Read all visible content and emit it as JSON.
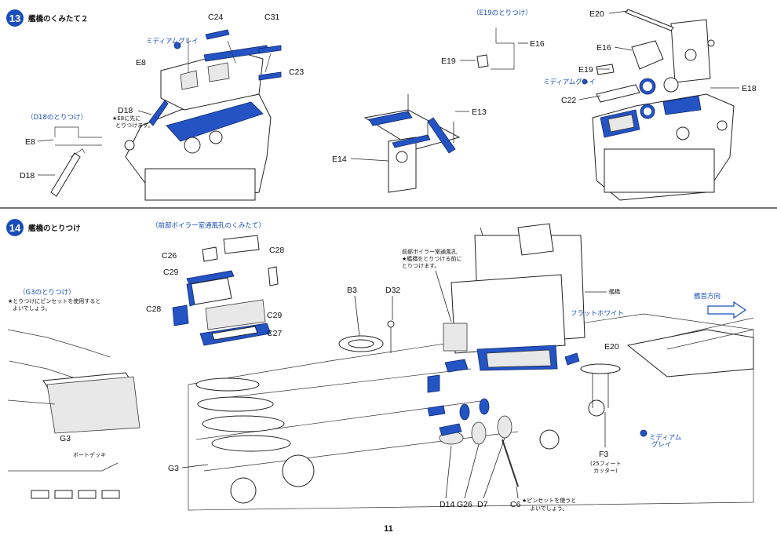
{
  "step13": {
    "number": "13",
    "title": "艦橋のくみたて２",
    "labels": {
      "c24": "C24",
      "c31": "C31",
      "medium_gray": "ミディアムグレイ",
      "e8": "E8",
      "c23": "C23",
      "d18": "D18",
      "d18_note": "★E8に先に\nとりつけます。"
    },
    "sub_d18": "（D18のとりつけ）",
    "sub_d18_e8": "E8",
    "sub_d18_d18": "D18",
    "sub_e19": "（E19のとりつけ）",
    "sub_e19_e16": "E16",
    "sub_e19_e19": "E19",
    "e13": "E13",
    "e14": "E14",
    "right": {
      "e20": "E20",
      "e16": "E16",
      "e19": "E19",
      "medium_gray": "ミディアムグレイ",
      "e18": "E18",
      "c22": "C22"
    }
  },
  "step14": {
    "number": "14",
    "title": "艦橋のとりつけ",
    "sub_vent": "（前部ボイラー室通風孔のくみたて）",
    "vent": {
      "c26": "C26",
      "c28a": "C28",
      "c29a": "C29",
      "c28b": "C28",
      "c29b": "C29",
      "c27": "C27"
    },
    "sub_g3": "（G3のとりつけ）",
    "g3_note": "★とりつけにピンセットを使用すると\nよいでしょう。",
    "g3": "G3",
    "boat_deck": "ボートデッキ",
    "g3_main": "G3",
    "b3": "B3",
    "d32": "D32",
    "boiler_note": "前部ボイラー室通風孔\n★艦橋をとりつける前に\nとりつけます。",
    "bridge": "艦橋",
    "bow_dir": "艦首方向",
    "flat_white": "フラットホワイト",
    "e20": "E20",
    "medium_gray": "ミディアム\nグレイ",
    "f3": "F3",
    "f3_note": "(25フィート\nカッター)",
    "d14": "D14",
    "g26": "G26",
    "d7": "D7",
    "c6": "C6",
    "tweezers": "★ピンセットを使うと\nよいでしょう。"
  },
  "page_number": "11",
  "colors": {
    "accent_blue": "#1a4db8",
    "step_badge": "#1a4db8"
  }
}
